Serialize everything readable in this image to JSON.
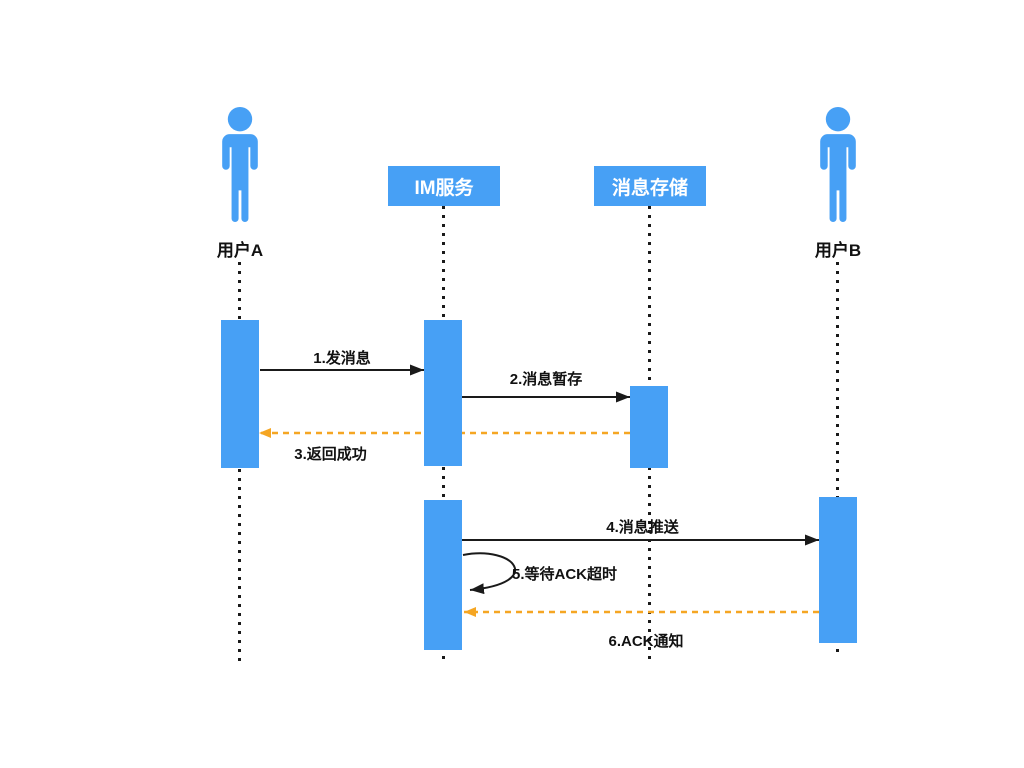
{
  "diagram": {
    "title": "IM message flow sequence diagram",
    "colors": {
      "blue": "#47A0F5",
      "orange": "#F5A623",
      "line": "#1A1A1A",
      "background": "#FFFFFF"
    },
    "actors": {
      "user_a": {
        "label": "用户A",
        "type": "person"
      },
      "im_service": {
        "label": "IM服务",
        "type": "box"
      },
      "storage": {
        "label": "消息存储",
        "type": "box"
      },
      "user_b": {
        "label": "用户B",
        "type": "person"
      }
    },
    "messages": [
      {
        "id": 1,
        "label": "1.发消息",
        "from": "user_a",
        "to": "im_service",
        "style": "solid-black"
      },
      {
        "id": 2,
        "label": "2.消息暂存",
        "from": "im_service",
        "to": "storage",
        "style": "solid-black"
      },
      {
        "id": 3,
        "label": "3.返回成功",
        "from": "storage",
        "to": "user_a",
        "style": "dashed-orange"
      },
      {
        "id": 4,
        "label": "4.消息推送",
        "from": "im_service",
        "to": "user_b",
        "style": "solid-black"
      },
      {
        "id": 5,
        "label": "5.等待ACK超时",
        "from": "im_service",
        "to": "im_service",
        "style": "self-loop"
      },
      {
        "id": 6,
        "label": "6.ACK通知",
        "from": "user_b",
        "to": "im_service",
        "style": "dashed-orange"
      }
    ]
  }
}
